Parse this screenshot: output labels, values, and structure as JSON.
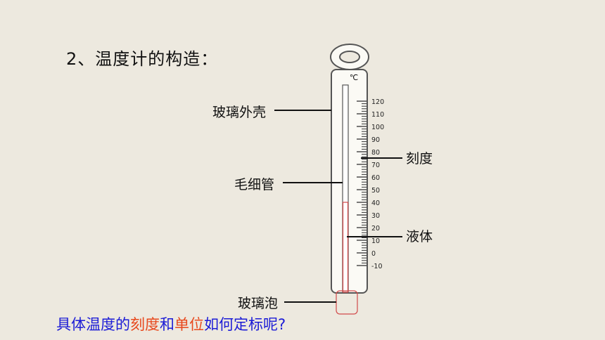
{
  "title": "2、温度计的构造：",
  "unit": "℃",
  "scale_labels": [
    "120",
    "110",
    "100",
    "90",
    "80",
    "70",
    "60",
    "50",
    "40",
    "30",
    "20",
    "10",
    "0",
    "-10"
  ],
  "labels": {
    "glass_shell": "玻璃外壳",
    "capillary": "毛细管",
    "glass_bulb": "玻璃泡",
    "scale": "刻度",
    "liquid": "液体"
  },
  "liquid_level": 40,
  "question": {
    "part1": "具体温度的",
    "part2": "刻度",
    "part3": "和",
    "part4": "单位",
    "part5": "如何定标呢?"
  },
  "colors": {
    "liquid": "#d24a4a",
    "question_blue": "#1b1bd6",
    "question_red": "#e8491d"
  }
}
